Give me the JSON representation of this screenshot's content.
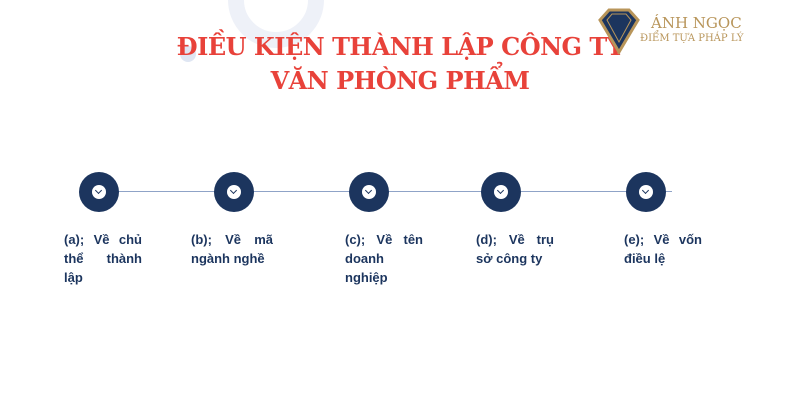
{
  "title": {
    "line1": "ĐIỀU KIỆN THÀNH LẬP CÔNG TY",
    "line2": "VĂN PHÒNG PHẨM"
  },
  "logo": {
    "name": "ÁNH NGỌC",
    "tagline": "ĐIỂM TỰA PHÁP LÝ",
    "colors": {
      "gold": "#b8955a",
      "navy": "#1c355e"
    }
  },
  "timeline": {
    "node_color": "#1c355e",
    "icon": "chevron-down-icon",
    "items": [
      {
        "label": "(a); Về chủ thể thành lập"
      },
      {
        "label": "(b); Về mã ngành nghề"
      },
      {
        "label": "(c); Về tên doanh nghiệp"
      },
      {
        "label": "(d); Về trụ sở công ty"
      },
      {
        "label": "(e); Về vốn điều lệ"
      }
    ]
  }
}
